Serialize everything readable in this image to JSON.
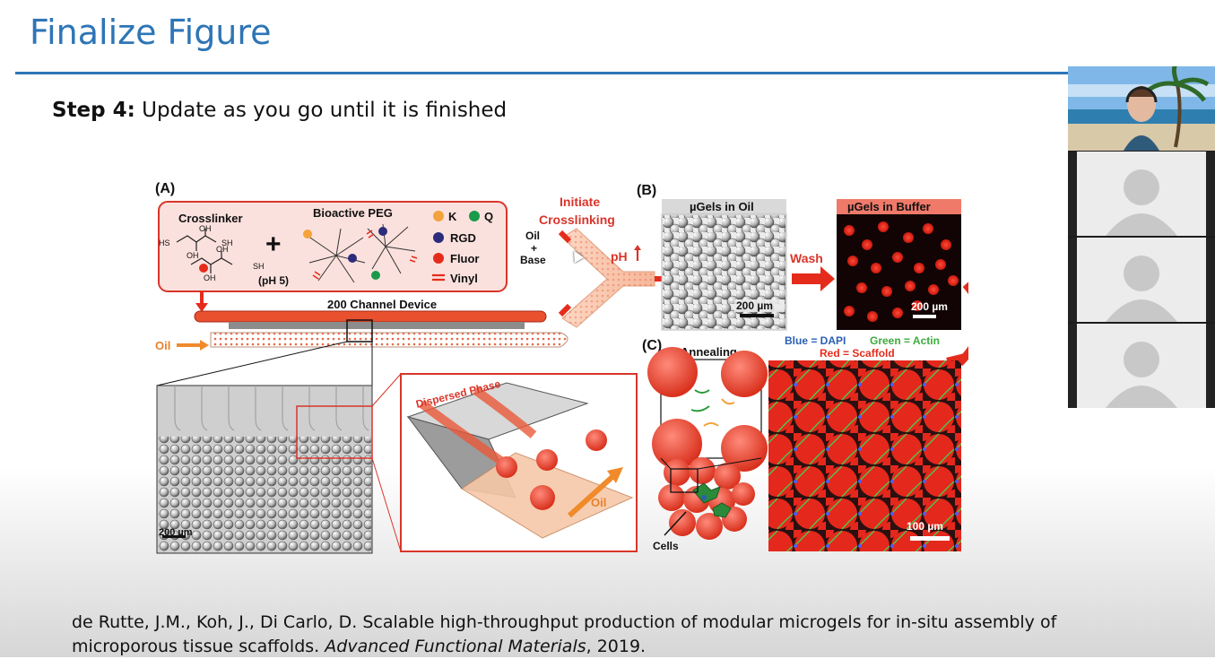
{
  "slide": {
    "title": "Finalize Figure",
    "step_label": "Step 4:",
    "step_text": " Update as you go until it is finished"
  },
  "citation": {
    "text_before": "de Rutte, J.M., Koh, J., Di Carlo, D. Scalable high-throughput production of modular microgels for in-situ assembly of microporous tissue scaffolds. ",
    "journal": "Advanced Functional Materials",
    "text_after": ", 2019."
  },
  "figure": {
    "panel_a": {
      "label": "(A)",
      "crosslinker": "Crosslinker",
      "plus": "+",
      "bioactive_peg": "Bioactive PEG",
      "ph": "(pH 5)",
      "chem": {
        "hs": "HS",
        "sh1": "SH",
        "oh1": "OH",
        "oh2": "OH",
        "oh3": "OH",
        "oh4": "OH",
        "sh2": "SH"
      },
      "legend": [
        "K",
        "Q",
        "RGD",
        "Fluor",
        "Vinyl"
      ],
      "device": "200 Channel Device",
      "oil": "Oil",
      "scale": "200 µm",
      "dispersed_phase": "Dispersed Phase",
      "oil_inset": "Oil"
    },
    "crosslinking": {
      "initiate_1": "Initiate",
      "initiate_2": "Crosslinking",
      "oil": "Oil",
      "plus": "+",
      "base": "Base",
      "ph": "pH"
    },
    "panel_b": {
      "label": "(B)",
      "oil_title": "µGels in Oil",
      "scale_oil": "200 µm",
      "wash": "Wash",
      "buffer_title": "µGels in Buffer",
      "scale_buffer": "200 µm"
    },
    "panel_c": {
      "label": "(C)",
      "annealing": "Annealing",
      "cells": "Cells",
      "blue": "Blue = DAPI",
      "green": "Green = Actin",
      "red": "Red = Scaffold",
      "scale": "100 µm"
    }
  },
  "video_panel": {
    "tiles": [
      "speaker-video",
      "participant-1",
      "participant-2",
      "participant-3"
    ]
  },
  "colors": {
    "title_blue": "#2e75b6",
    "figure_red": "#e52c1c",
    "figure_orange": "#f08a2a",
    "panel_pink": "#fbe1dd",
    "actin_green": "#3cab3c",
    "dapi_blue": "#2b5fb4"
  }
}
